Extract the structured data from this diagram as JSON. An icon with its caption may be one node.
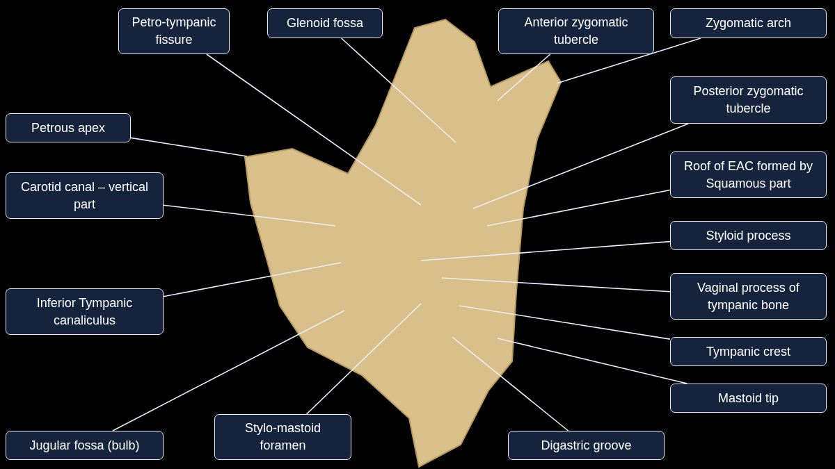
{
  "diagram": {
    "nodes": [
      {
        "text": [
          "Petro-tympanic fissure"
        ]
      },
      {
        "text": [
          "Glenoid fossa"
        ]
      },
      {
        "text": [
          "Anterior zygomatic tubercle"
        ]
      },
      {
        "text": [
          "Zygomatic arch"
        ]
      },
      {
        "text": [
          "Petrous apex"
        ]
      },
      {
        "text": [
          "Posterior zygomatic tubercle"
        ]
      },
      {
        "text": [
          "Carotid canal – vertical part"
        ]
      },
      {
        "text": [
          "Roof of EAC formed by Squamous part"
        ]
      },
      {
        "text": [
          "Styloid process"
        ]
      },
      {
        "text": [
          "Inferior Tympanic canaliculus"
        ]
      },
      {
        "text": [
          "Vaginal process of tympanic bone"
        ]
      },
      {
        "text": [
          "Tympanic crest"
        ]
      },
      {
        "text": [
          "Mastoid tip"
        ]
      },
      {
        "text": [
          "Jugular fossa (bulb)"
        ]
      },
      {
        "text": [
          "Stylo-mastoid foramen"
        ]
      },
      {
        "text": [
          "Digastric groove"
        ]
      }
    ],
    "edges": [
      {
        "from": 0,
        "to": null,
        "arrow": "none"
      },
      {
        "from": 1,
        "to": null,
        "arrow": "none"
      },
      {
        "from": 2,
        "to": null,
        "arrow": "none"
      },
      {
        "from": 3,
        "to": null,
        "arrow": "none"
      },
      {
        "from": 4,
        "to": null,
        "arrow": "none"
      },
      {
        "from": 5,
        "to": null,
        "arrow": "none"
      },
      {
        "from": 6,
        "to": null,
        "arrow": "none"
      },
      {
        "from": 7,
        "to": null,
        "arrow": "none"
      },
      {
        "from": 8,
        "to": null,
        "arrow": "none"
      },
      {
        "from": 9,
        "to": null,
        "arrow": "none"
      },
      {
        "from": 10,
        "to": null,
        "arrow": "none"
      },
      {
        "from": 11,
        "to": null,
        "arrow": "none"
      },
      {
        "from": 12,
        "to": null,
        "arrow": "none"
      },
      {
        "from": 13,
        "to": null,
        "arrow": "none"
      },
      {
        "from": 14,
        "to": null,
        "arrow": "none"
      },
      {
        "from": 15,
        "to": null,
        "arrow": "none"
      }
    ]
  }
}
